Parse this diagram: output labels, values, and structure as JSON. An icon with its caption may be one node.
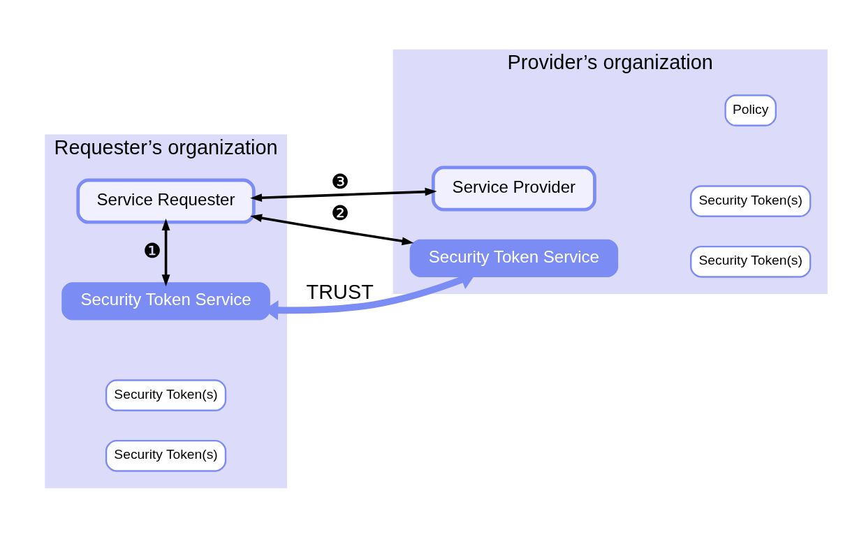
{
  "diagram": {
    "nodes": [
      {
        "text": [
          "Requester’s organization"
        ]
      },
      {
        "text": [
          "Security Token Service"
        ],
        "in": 0
      },
      {
        "text": [
          "Security Token(s)"
        ],
        "in": 0
      },
      {
        "text": [
          "Service Requester"
        ],
        "in": 0
      },
      {
        "text": [
          "Security Token(s)"
        ],
        "in": 0
      },
      {
        "text": [
          "Provider’s organization"
        ]
      },
      {
        "text": [
          "Security Token Service"
        ],
        "in": 5
      },
      {
        "text": [
          "Security Token(s)"
        ],
        "in": 5
      },
      {
        "text": [
          "Service Provider"
        ],
        "in": 5
      },
      {
        "text": [
          "Security Token(s)"
        ],
        "in": 5
      },
      {
        "text": [
          "Policy"
        ],
        "in": 5
      }
    ],
    "edges": [
      {
        "from": 1,
        "to": 6,
        "arrow": "both",
        "label": "TRUST",
        "style": "thick",
        "color": "#7b8cf5"
      },
      {
        "from": 1,
        "to": 3,
        "arrow": "both",
        "label": "❶"
      },
      {
        "from": 3,
        "to": 6,
        "arrow": "both",
        "label": "❷"
      },
      {
        "from": 3,
        "to": 8,
        "arrow": "both",
        "label": "❸"
      }
    ]
  }
}
